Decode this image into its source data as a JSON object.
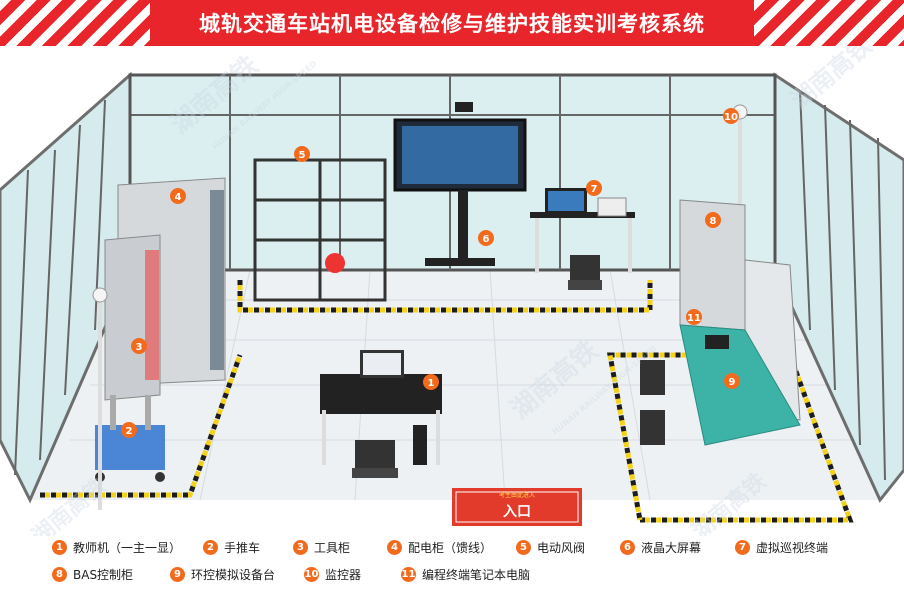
{
  "title": "城轨交通车站机电设备检修与维护技能实训考核系统",
  "watermark": "湖南高铁",
  "watermark_en": "HUNAN RAILWAY HIGH-SPEED",
  "entrance_sign": "入口",
  "entrance_small": "考生由此进入",
  "legend": [
    {
      "num": "1",
      "label": "教师机（一主一显）"
    },
    {
      "num": "2",
      "label": "手推车"
    },
    {
      "num": "3",
      "label": "工具柜"
    },
    {
      "num": "4",
      "label": "配电柜（馈线）"
    },
    {
      "num": "5",
      "label": "电动风阀"
    },
    {
      "num": "6",
      "label": "液晶大屏幕"
    },
    {
      "num": "7",
      "label": "虚拟巡视终端"
    },
    {
      "num": "8",
      "label": "BAS控制柜"
    },
    {
      "num": "9",
      "label": "环控模拟设备台"
    },
    {
      "num": "10",
      "label": "监控器"
    },
    {
      "num": "11",
      "label": "编程终端笔记本电脑"
    }
  ],
  "colors": {
    "header": "#e8252a",
    "marker": "#f26b1d",
    "floor": "#eef1f3",
    "glass": "#cfe8ea",
    "teal_desk": "#3db3a8"
  }
}
